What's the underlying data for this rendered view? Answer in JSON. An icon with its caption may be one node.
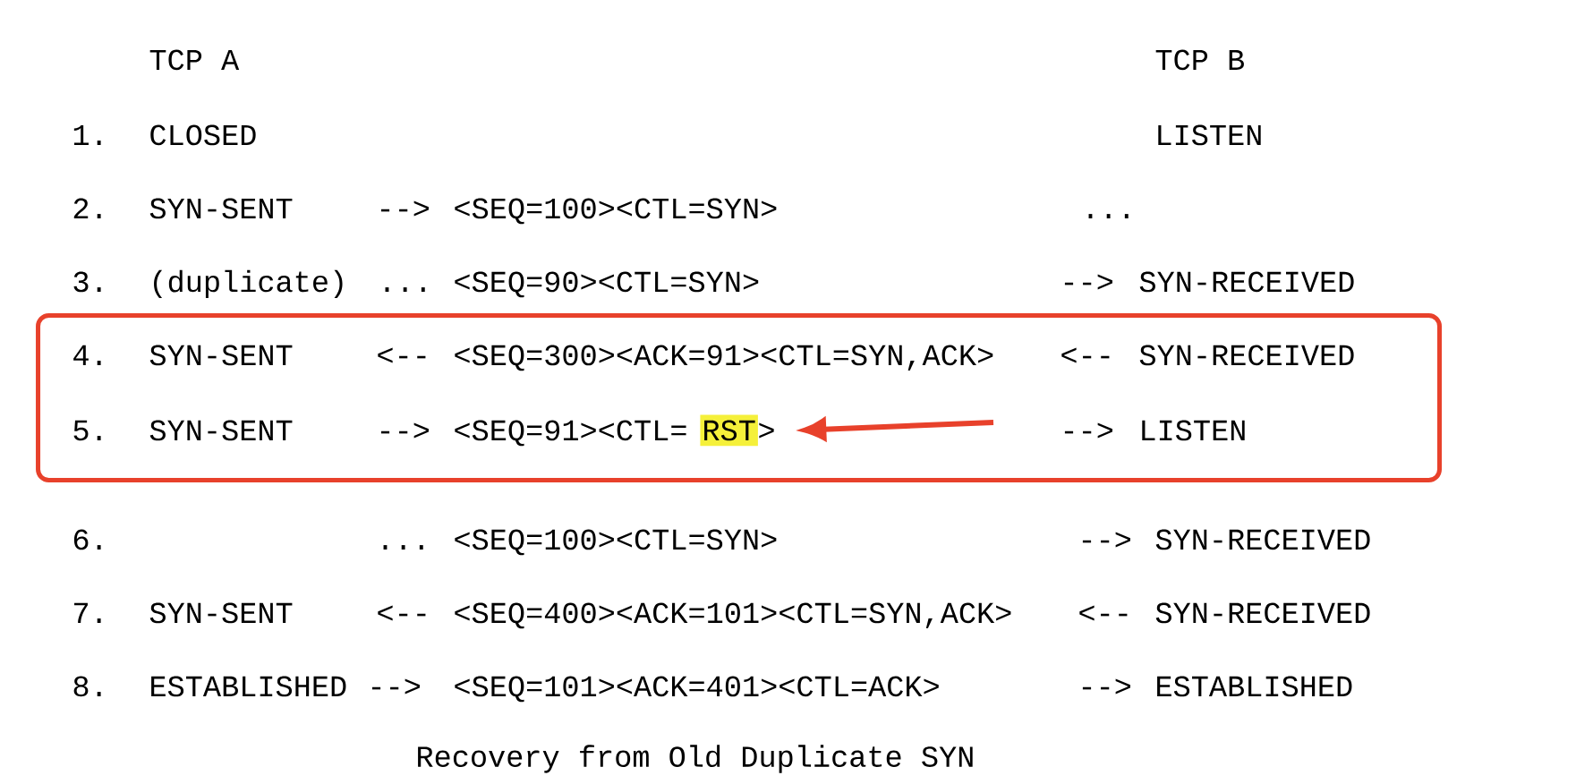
{
  "diagram": {
    "caption": "Recovery from Old Duplicate SYN",
    "nodes": [
      {
        "text": [
          "4.",
          "SYN-SENT",
          "<--",
          "<SEQ=300><ACK=91><CTL=SYN,ACK>",
          "<--",
          "SYN-RECEIVED",
          "5.",
          "SYN-SENT",
          "-->",
          "<SEQ=91><CTL=",
          ">",
          "-->",
          "LISTEN"
        ]
      },
      {
        "text": [
          "RST"
        ],
        "in": 0
      }
    ],
    "edges": [
      {
        "from": null,
        "to": 1,
        "arrow": "to",
        "color": "#e8412b"
      }
    ],
    "labels": [
      "TCP A",
      "TCP B",
      "1.",
      "CLOSED",
      "LISTEN",
      "2.",
      "SYN-SENT",
      "-->",
      "<SEQ=100><CTL=SYN>",
      "...",
      "3.",
      "(duplicate)",
      "...",
      "<SEQ=90><CTL=SYN>",
      "-->",
      "SYN-RECEIVED",
      "6.",
      "...",
      "<SEQ=100><CTL=SYN>",
      "-->",
      "SYN-RECEIVED",
      "7.",
      "SYN-SENT",
      "<--",
      "<SEQ=400><ACK=101><CTL=SYN,ACK>",
      "<--",
      "SYN-RECEIVED",
      "8.",
      "ESTABLISHED",
      "-->",
      "<SEQ=101><ACK=401><CTL=ACK>",
      "-->",
      "ESTABLISHED"
    ]
  }
}
